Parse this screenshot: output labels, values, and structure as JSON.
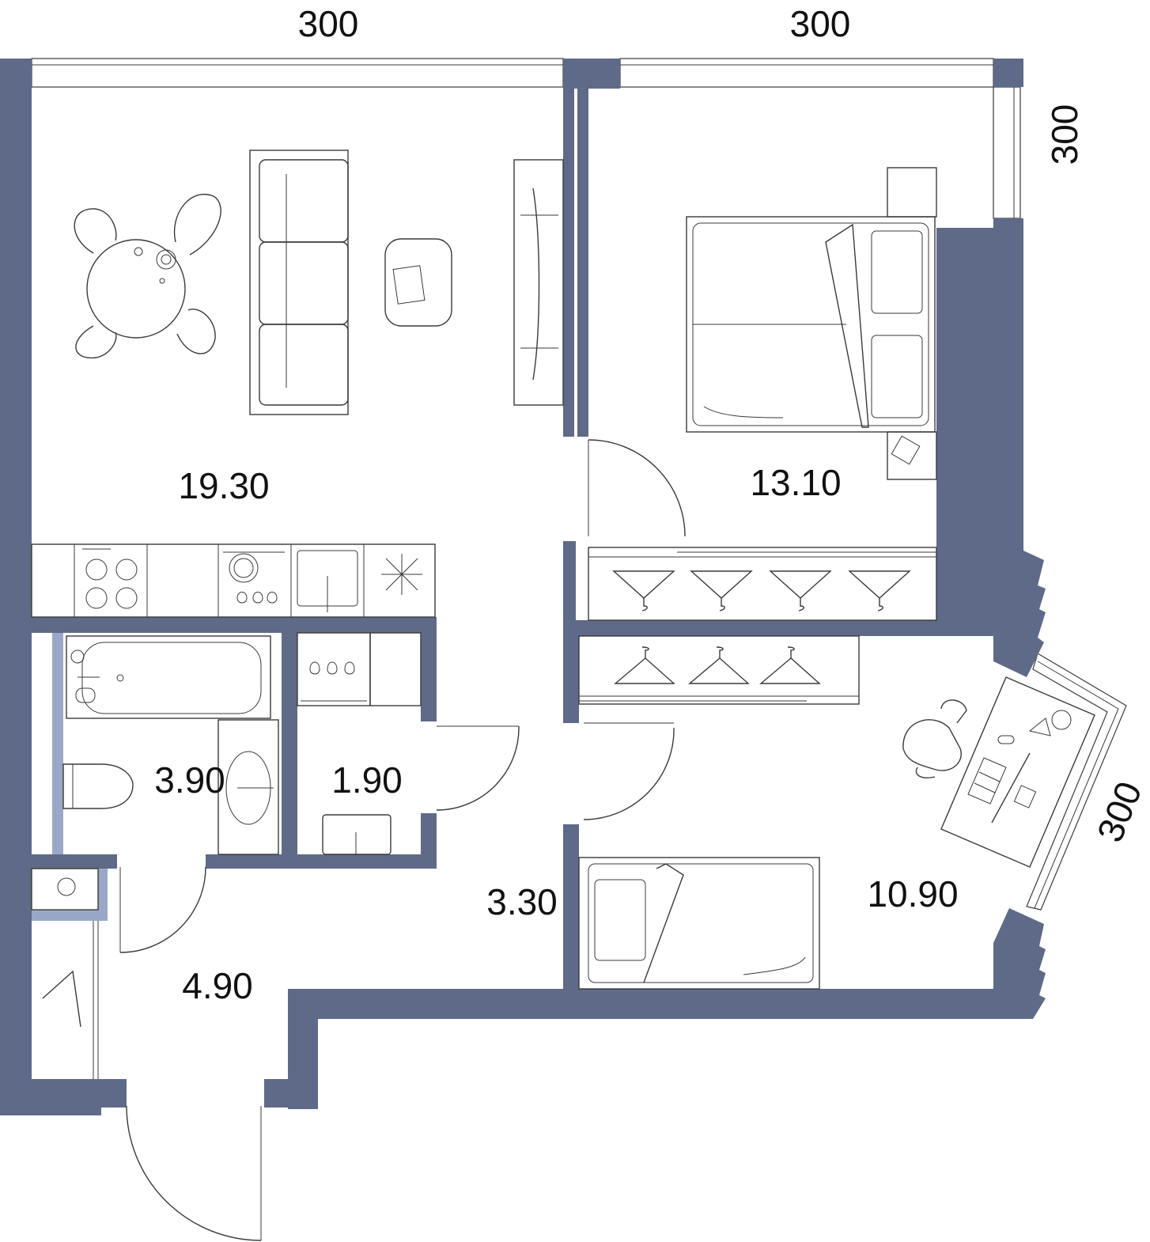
{
  "colors": {
    "wall": "#5e6a87",
    "wall_light": "#9aa8c7",
    "line": "#3a3a3a"
  },
  "dimensions": {
    "top_left": "300",
    "top_right": "300",
    "right_top": "300",
    "right_diagonal": "300"
  },
  "rooms": {
    "living_kitchen": "19.30",
    "bedroom": "13.10",
    "bathroom": "3.90",
    "wc": "1.90",
    "corridor": "3.30",
    "study": "10.90",
    "hallway": "4.90"
  },
  "icons": [
    "dining-table-icon",
    "sofa-icon",
    "coffee-table-icon",
    "tv-unit-icon",
    "double-bed-icon",
    "nightstand-icon",
    "wardrobe-icon",
    "hanger-icon",
    "stove-icon",
    "sink-icon",
    "dishwasher-icon",
    "fridge-icon",
    "bathtub-icon",
    "toilet-icon",
    "washing-machine-icon",
    "desk-icon",
    "office-chair-icon",
    "keyboard-icon",
    "monitor-icon",
    "lamp-icon",
    "single-bed-icon",
    "door-swing-icon"
  ]
}
